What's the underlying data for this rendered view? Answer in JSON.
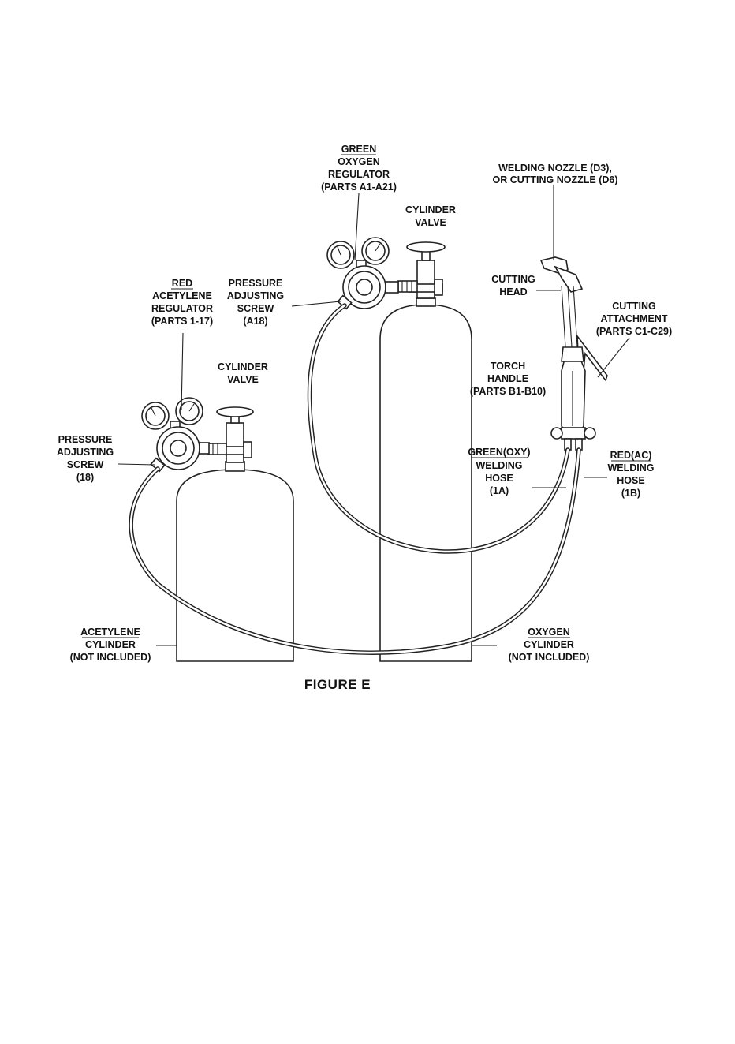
{
  "labels": {
    "green_oxygen_regulator": [
      "GREEN",
      "OXYGEN",
      "REGULATOR",
      "(PARTS A1-A21)"
    ],
    "oxygen_cylinder_valve": [
      "CYLINDER",
      "VALVE"
    ],
    "welding_nozzle": [
      "WELDING NOZZLE (D3),",
      "OR CUTTING NOZZLE (D6)"
    ],
    "red_acetylene_regulator": [
      "RED",
      "ACETYLENE",
      "REGULATOR",
      "(PARTS 1-17)"
    ],
    "oxygen_pressure_screw": [
      "PRESSURE",
      "ADJUSTING",
      "SCREW",
      "(A18)"
    ],
    "cutting_head": [
      "CUTTING",
      "HEAD"
    ],
    "cutting_attachment": [
      "CUTTING",
      "ATTACHMENT",
      "(PARTS C1-C29)"
    ],
    "acetylene_cylinder_valve": [
      "CYLINDER",
      "VALVE"
    ],
    "torch_handle": [
      "TORCH",
      "HANDLE",
      "(PARTS B1-B10)"
    ],
    "acetylene_pressure_screw": [
      "PRESSURE",
      "ADJUSTING",
      "SCREW",
      "(18)"
    ],
    "green_oxy_hose": [
      "GREEN(OXY)",
      "WELDING",
      "HOSE",
      "(1A)"
    ],
    "red_ac_hose": [
      "RED(AC)",
      "WELDING",
      "HOSE",
      "(1B)"
    ],
    "acetylene_cylinder": [
      "ACETYLENE",
      "CYLINDER",
      "(NOT INCLUDED)"
    ],
    "oxygen_cylinder": [
      "OXYGEN",
      "CYLINDER",
      "(NOT INCLUDED)"
    ]
  },
  "caption": "FIGURE E"
}
